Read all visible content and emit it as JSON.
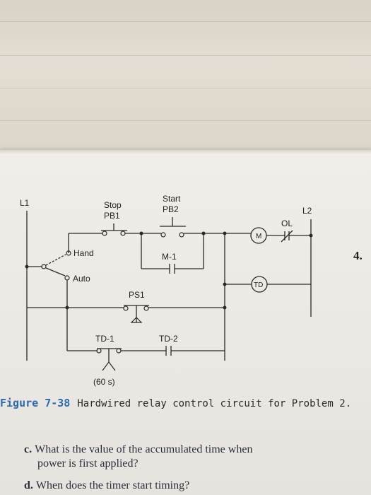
{
  "diagram": {
    "l1": "L1",
    "l2": "L2",
    "stop": "Stop",
    "pb1": "PB1",
    "start": "Start",
    "pb2": "PB2",
    "ol": "OL",
    "motor": "M",
    "m1": "M-1",
    "hand": "Hand",
    "auto": "Auto",
    "td": "TD",
    "ps1": "PS1",
    "td1": "TD-1",
    "td2": "TD-2",
    "delay": "(60 s)"
  },
  "caption": {
    "number": "Figure 7-38",
    "text": "Hardwired relay control circuit for Problem 2."
  },
  "questions": [
    {
      "letter": "c.",
      "line1": "What is the value of the accumulated time when",
      "line2": "power is first applied?"
    },
    {
      "letter": "d.",
      "line1": "When does the timer start timing?"
    }
  ],
  "margin_number": "4."
}
